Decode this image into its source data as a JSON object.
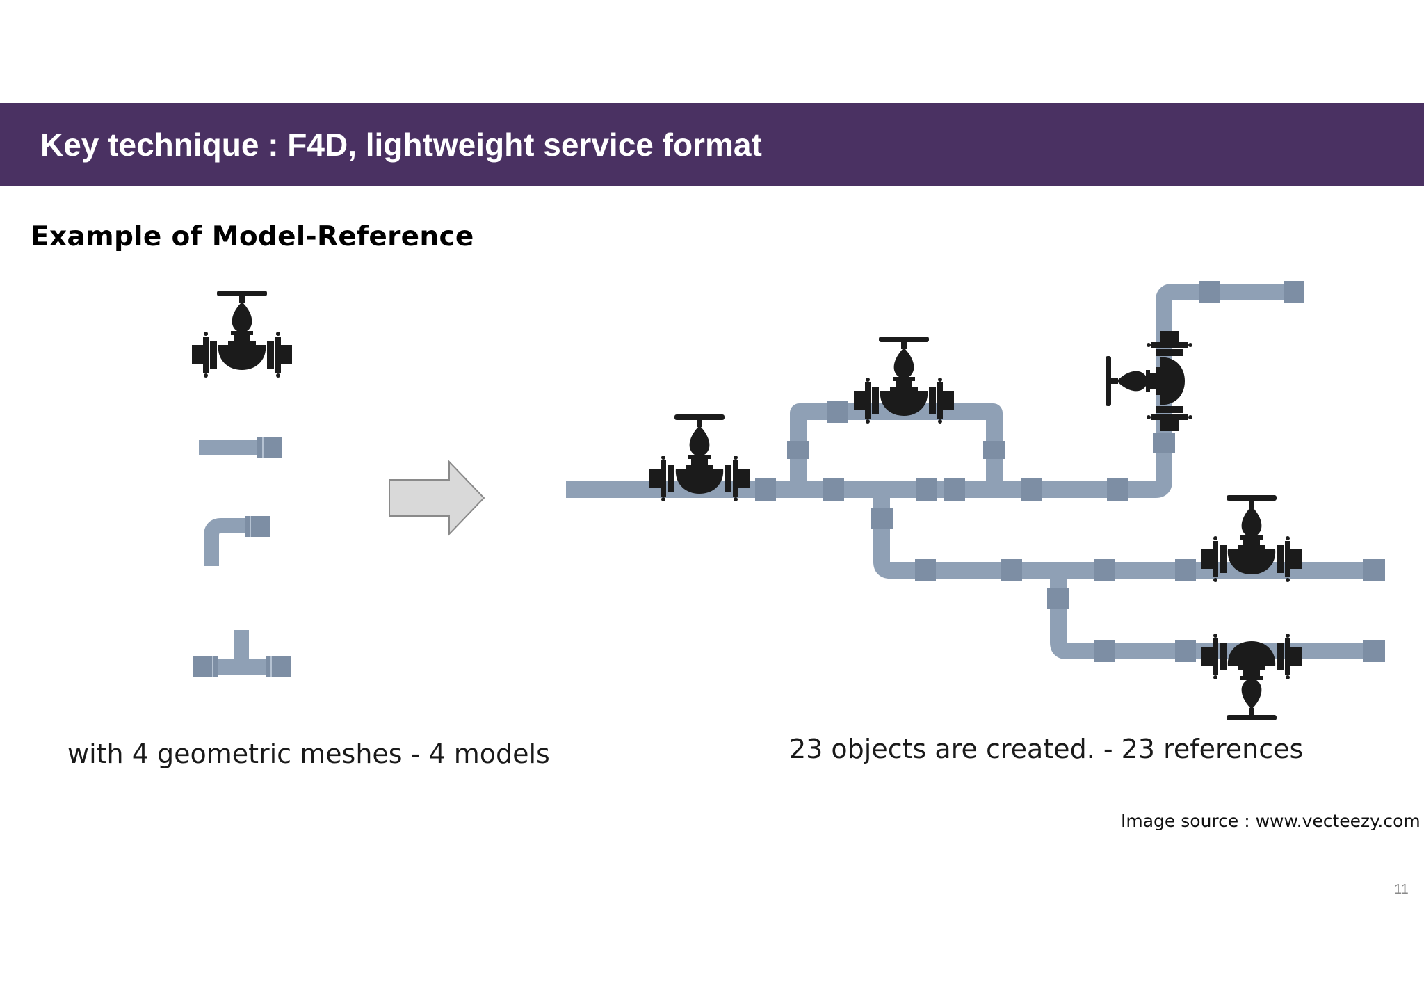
{
  "header": {
    "title": "Key technique : F4D, lightweight service format"
  },
  "section": {
    "subtitle": "Example of Model-Reference"
  },
  "diagram": {
    "left_caption": "with 4 geometric meshes - 4 models",
    "right_caption": "23 objects are created. - 23 references",
    "arrow_icon": "right-arrow-icon",
    "models": [
      "valve-icon",
      "straight-pipe-icon",
      "elbow-pipe-icon",
      "tee-pipe-icon"
    ]
  },
  "footer": {
    "source": "Image source : www.vecteezy.com",
    "page_number": "11"
  },
  "colors": {
    "banner": "#4a3162",
    "pipe": "#8fa0b5",
    "pipe_joint": "#7d8ea4",
    "valve": "#1b1b1b"
  }
}
